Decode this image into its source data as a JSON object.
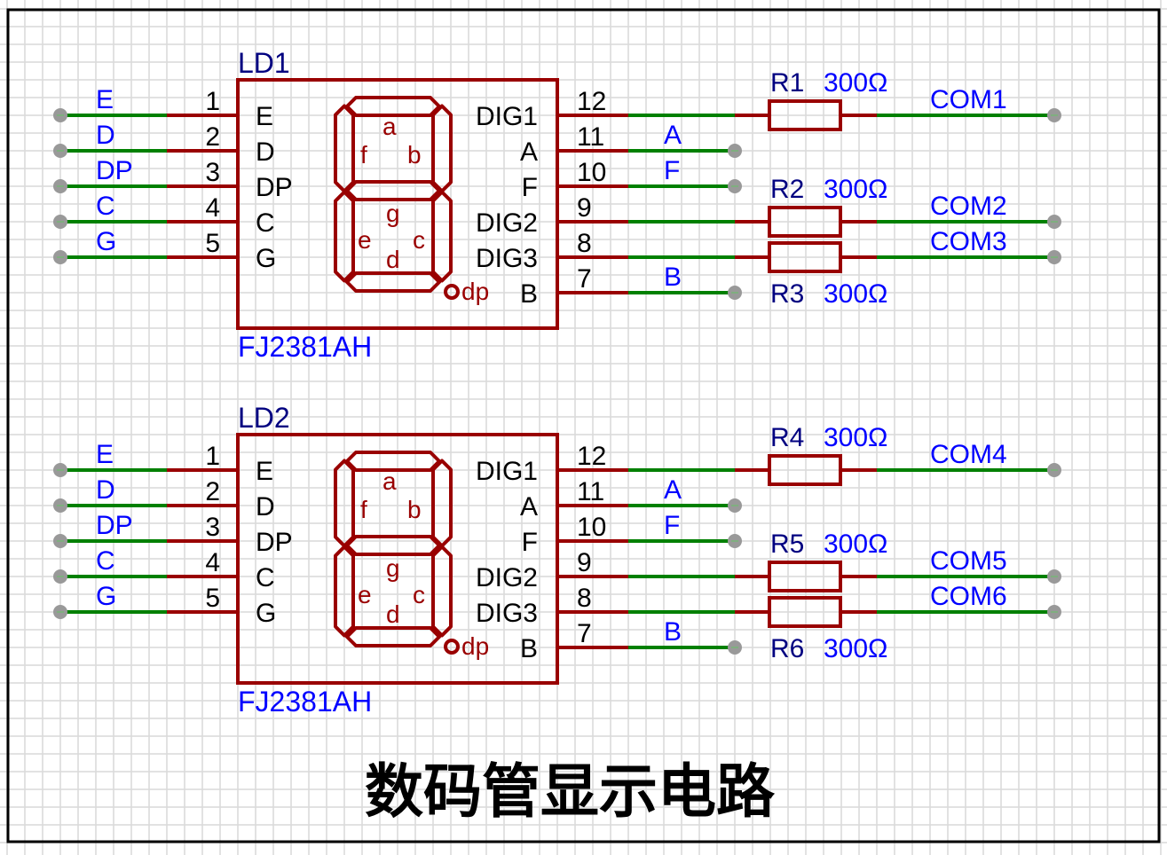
{
  "title": "数码管显示电路",
  "colors": {
    "wire": "#008000",
    "component": "#990000",
    "label_blue": "#0000ff",
    "designator": "#000080",
    "pin_text": "#000000",
    "port_dot": "#999999",
    "grid": "#d9d9d9",
    "border": "#000000"
  },
  "displays": [
    {
      "designator": "LD1",
      "part": "FJ2381AH",
      "left_pins": [
        {
          "num": "1",
          "name": "E",
          "net": "E"
        },
        {
          "num": "2",
          "name": "D",
          "net": "D"
        },
        {
          "num": "3",
          "name": "DP",
          "net": "DP"
        },
        {
          "num": "4",
          "name": "C",
          "net": "C"
        },
        {
          "num": "5",
          "name": "G",
          "net": "G"
        }
      ],
      "right_pins": [
        {
          "num": "12",
          "name": "DIG1",
          "net": "",
          "resistor": {
            "ref": "R1",
            "value": "300Ω",
            "label_pos": "above"
          },
          "com": "COM1"
        },
        {
          "num": "11",
          "name": "A",
          "net": "A"
        },
        {
          "num": "10",
          "name": "F",
          "net": "F"
        },
        {
          "num": "9",
          "name": "DIG2",
          "net": "",
          "resistor": {
            "ref": "R2",
            "value": "300Ω",
            "label_pos": "above"
          },
          "com": "COM2"
        },
        {
          "num": "8",
          "name": "DIG3",
          "net": "",
          "resistor": {
            "ref": "R3",
            "value": "300Ω",
            "label_pos": "below"
          },
          "com": "COM3"
        },
        {
          "num": "7",
          "name": "B",
          "net": "B"
        }
      ],
      "segments": [
        "a",
        "b",
        "c",
        "d",
        "e",
        "f",
        "g",
        "dp"
      ]
    },
    {
      "designator": "LD2",
      "part": "FJ2381AH",
      "left_pins": [
        {
          "num": "1",
          "name": "E",
          "net": "E"
        },
        {
          "num": "2",
          "name": "D",
          "net": "D"
        },
        {
          "num": "3",
          "name": "DP",
          "net": "DP"
        },
        {
          "num": "4",
          "name": "C",
          "net": "C"
        },
        {
          "num": "5",
          "name": "G",
          "net": "G"
        }
      ],
      "right_pins": [
        {
          "num": "12",
          "name": "DIG1",
          "net": "",
          "resistor": {
            "ref": "R4",
            "value": "300Ω",
            "label_pos": "above"
          },
          "com": "COM4"
        },
        {
          "num": "11",
          "name": "A",
          "net": "A"
        },
        {
          "num": "10",
          "name": "F",
          "net": "F"
        },
        {
          "num": "9",
          "name": "DIG2",
          "net": "",
          "resistor": {
            "ref": "R5",
            "value": "300Ω",
            "label_pos": "above"
          },
          "com": "COM5"
        },
        {
          "num": "8",
          "name": "DIG3",
          "net": "",
          "resistor": {
            "ref": "R6",
            "value": "300Ω",
            "label_pos": "below"
          },
          "com": "COM6"
        },
        {
          "num": "7",
          "name": "B",
          "net": "B"
        }
      ],
      "segments": [
        "a",
        "b",
        "c",
        "d",
        "e",
        "f",
        "g",
        "dp"
      ]
    }
  ]
}
